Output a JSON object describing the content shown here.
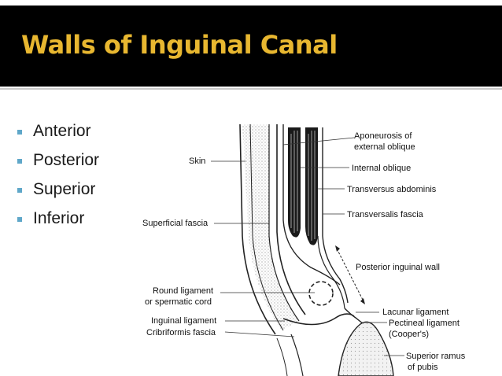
{
  "slide": {
    "title": "Walls of Inguinal Canal",
    "title_color": "#e8b730",
    "title_bg": "#000000",
    "bullet_color": "#5fa7c9",
    "bullets": [
      "Anterior",
      "Posterior",
      "Superior",
      "Inferior"
    ]
  },
  "diagram": {
    "labels": {
      "aponeurosis_line1": "Aponeurosis of",
      "aponeurosis_line2": "external oblique",
      "skin": "Skin",
      "internal_oblique": "Internal oblique",
      "transversus": "Transversus abdominis",
      "superficial_fascia": "Superficial fascia",
      "transversalis": "Transversalis fascia",
      "posterior_wall": "Posterior inguinal wall",
      "round_ligament_line1": "Round ligament",
      "round_ligament_line2": "or spermatic cord",
      "lacunar": "Lacunar ligament",
      "inguinal_ligament": "Inguinal ligament",
      "pectineal_line1": "Pectineal ligament",
      "pectineal_line2": "(Cooper's)",
      "cribriformis": "Cribriformis fascia",
      "pubis_line1": "Superior ramus",
      "pubis_line2": "of pubis"
    }
  }
}
